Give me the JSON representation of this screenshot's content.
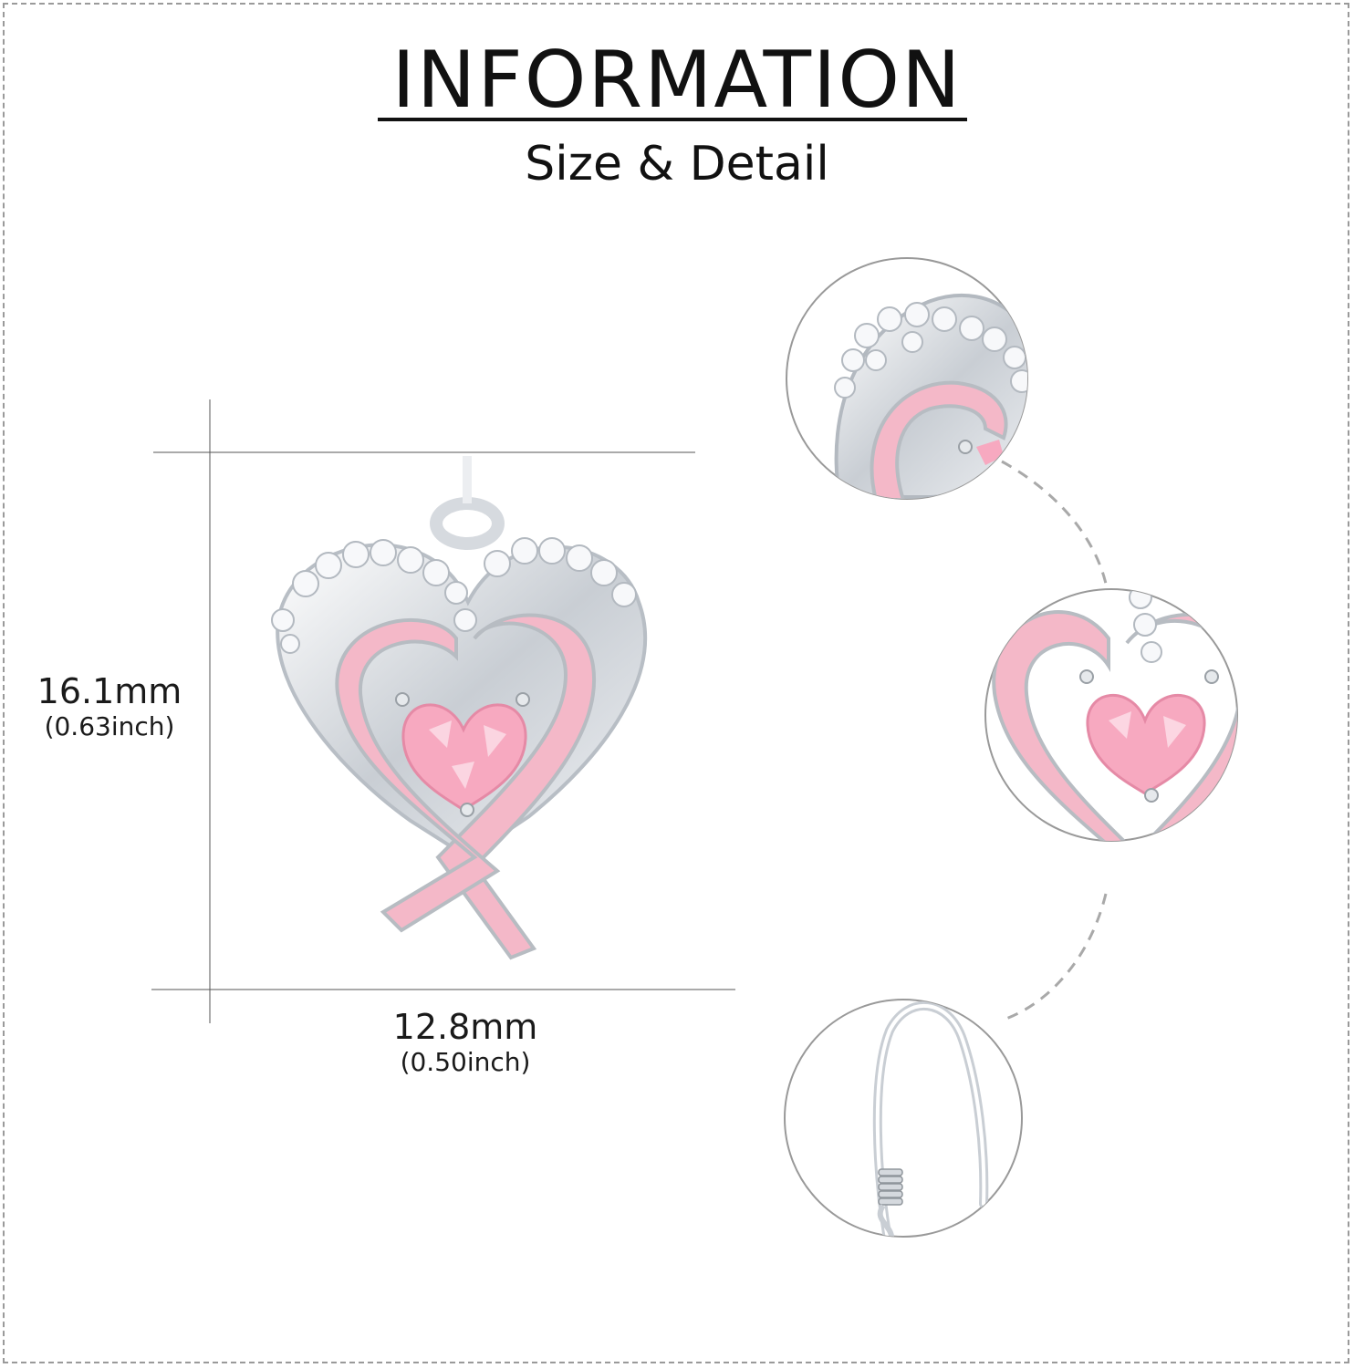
{
  "header": {
    "title": "INFORMATION",
    "subtitle": "Size & Detail"
  },
  "dimensions": {
    "height_mm": "16.1mm",
    "height_inch": "(0.63inch)",
    "width_mm": "12.8mm",
    "width_inch": "(0.50inch)"
  },
  "colors": {
    "ribbon_pink": "#f4b8c8",
    "stone_pink": "#f7a9c0",
    "silver": "#d9dde2",
    "guide_line": "#555555",
    "dash": "#a9a9a9"
  },
  "details": [
    {
      "icon": "crystal-arc-detail-icon"
    },
    {
      "icon": "heart-stone-detail-icon"
    },
    {
      "icon": "ear-hook-detail-icon"
    }
  ]
}
